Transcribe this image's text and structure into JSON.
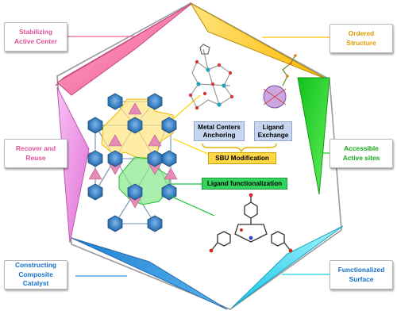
{
  "labels": {
    "stabilizing": "Stabilizing\nActive Center",
    "recover": "Recover and\nReuse",
    "constructing": "Constructing\nComposite Catalyst",
    "ordered": "Ordered\nStructure",
    "accessible": "Accessible\nActive sites",
    "functionalized": "Functionalized\nSurface"
  },
  "tags": {
    "metal_centers": "Metal Centers\nAnchoring",
    "ligand_exchange": "Ligand\nExchange",
    "sbu_modification": "SBU Modification",
    "ligand_functionalization": "Ligand functionalization"
  },
  "colors": {
    "pink": "#f2609a",
    "violet": "#e97ee0",
    "blue": "#2f8fd8",
    "yellow": "#ffc400",
    "green": "#16d21a",
    "cyan": "#16d2ea",
    "label_pink": "#e0509a",
    "label_orange": "#e29a00",
    "label_green": "#16a81a",
    "label_blue": "#1670c8"
  }
}
